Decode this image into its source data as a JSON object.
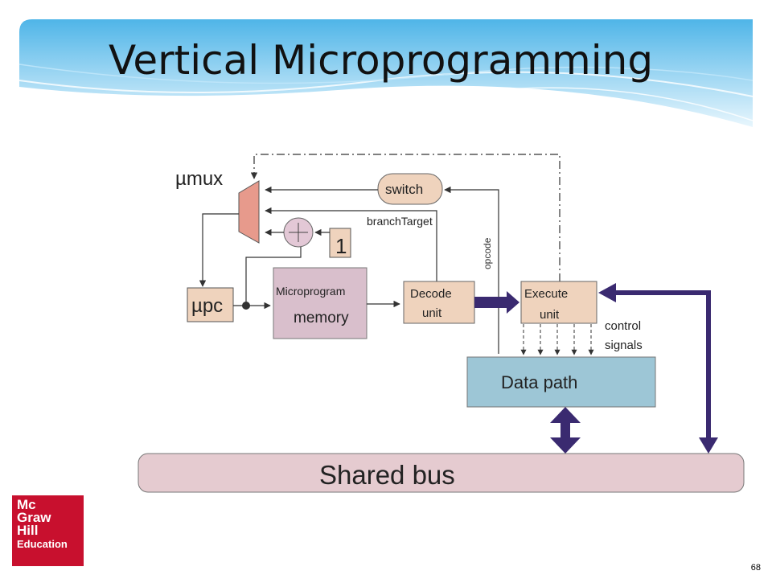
{
  "slide": {
    "title": "Vertical Microprogramming",
    "page_number": "68"
  },
  "logo": {
    "line1": "Mc",
    "line2": "Graw",
    "line3": "Hill",
    "line4": "Education"
  },
  "diagram": {
    "mux_label": "µmux",
    "upc_label": "µpc",
    "switch_label": "switch",
    "branch_target_label": "branchTarget",
    "constant_one": "1",
    "opcode_label": "opcode",
    "microprogram_line1": "Microprogram",
    "microprogram_line2": "memory",
    "decode_line1": "Decode",
    "decode_line2": "unit",
    "execute_line1": "Execute",
    "execute_line2": "unit",
    "control_line1": "control",
    "control_line2": "signals",
    "datapath_label": "Data path",
    "bus_label": "Shared bus"
  },
  "colors": {
    "mux_fill": "#e79a8c",
    "box_fill": "#efd3bd",
    "memory_fill": "#d9bfcc",
    "datapath_fill": "#9dc6d6",
    "bus_fill": "#e5cbd0",
    "thick_arrow": "#3a2a70",
    "banner_light": "#d6eefa",
    "banner_mid": "#7fc8ee",
    "logo_red": "#c8102e"
  }
}
